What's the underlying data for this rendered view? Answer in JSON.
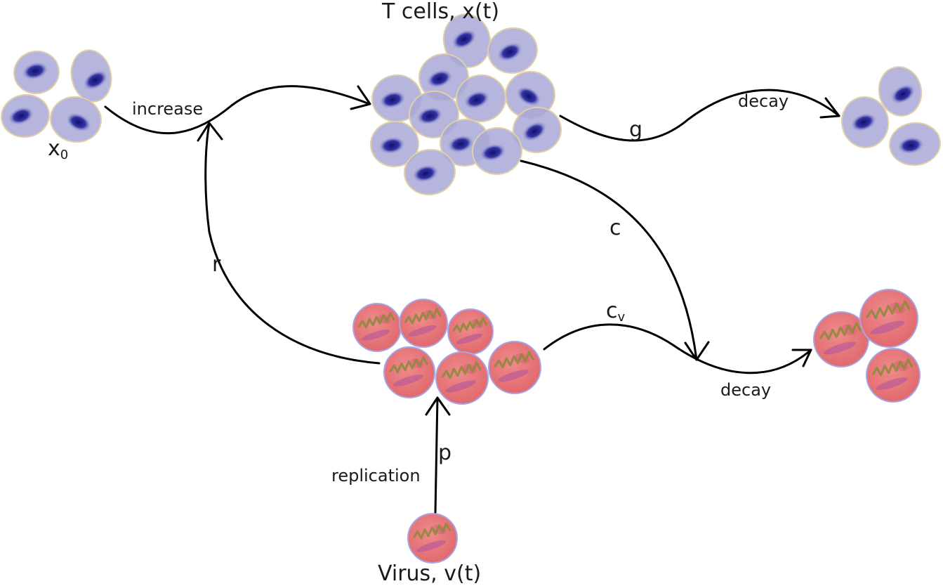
{
  "labels": {
    "tcells_title": "T cells, x(t)",
    "x0_base": "x",
    "x0_sub": "0",
    "increase": "increase",
    "decay_top": "decay",
    "g": "g",
    "c": "c",
    "r": "r",
    "cv_base": "c",
    "cv_sub": "v",
    "decay_bottom": "decay",
    "p": "p",
    "replication": "replication",
    "virus_title": "Virus, v(t)"
  },
  "colors": {
    "tcell_fill": "#a8a8d8",
    "tcell_outline": "#e2cfa6",
    "tcell_nucleus": "#1e1e8c",
    "virus_fill": "#e8787a",
    "virus_outline": "#a6a6e6",
    "virus_inner": "#d9587a",
    "virus_strand": "#8f8a3e",
    "arrow": "#000000"
  }
}
